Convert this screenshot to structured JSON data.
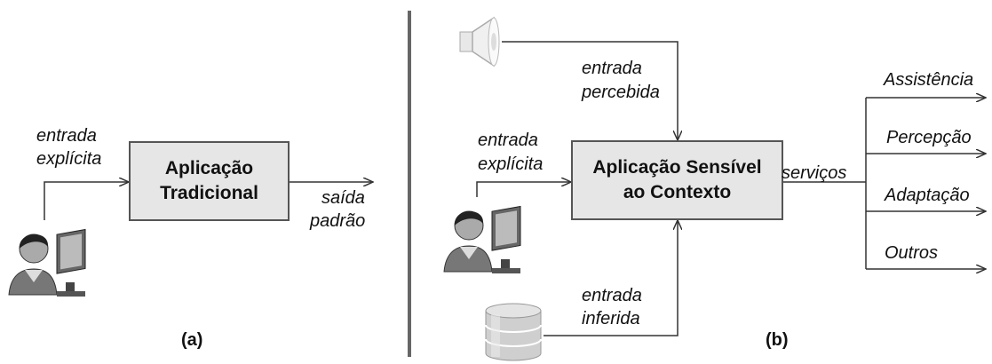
{
  "panel_a": {
    "box_line1": "Aplicação",
    "box_line2": "Tradicional",
    "input_line1": "entrada",
    "input_line2": "explícita",
    "output_line1": "saída",
    "output_line2": "padrão",
    "caption": "(a)"
  },
  "panel_b": {
    "box_line1": "Aplicação Sensível",
    "box_line2": "ao Contexto",
    "perceived_line1": "entrada",
    "perceived_line2": "percebida",
    "explicit_line1": "entrada",
    "explicit_line2": "explícita",
    "inferred_line1": "entrada",
    "inferred_line2": "inferida",
    "services": "serviços",
    "outputs": [
      "Assistência",
      "Percepção",
      "Adaptação",
      "Outros"
    ],
    "caption": "(b)"
  },
  "icons": [
    "user-computer-icon",
    "speaker-icon",
    "database-icon"
  ]
}
